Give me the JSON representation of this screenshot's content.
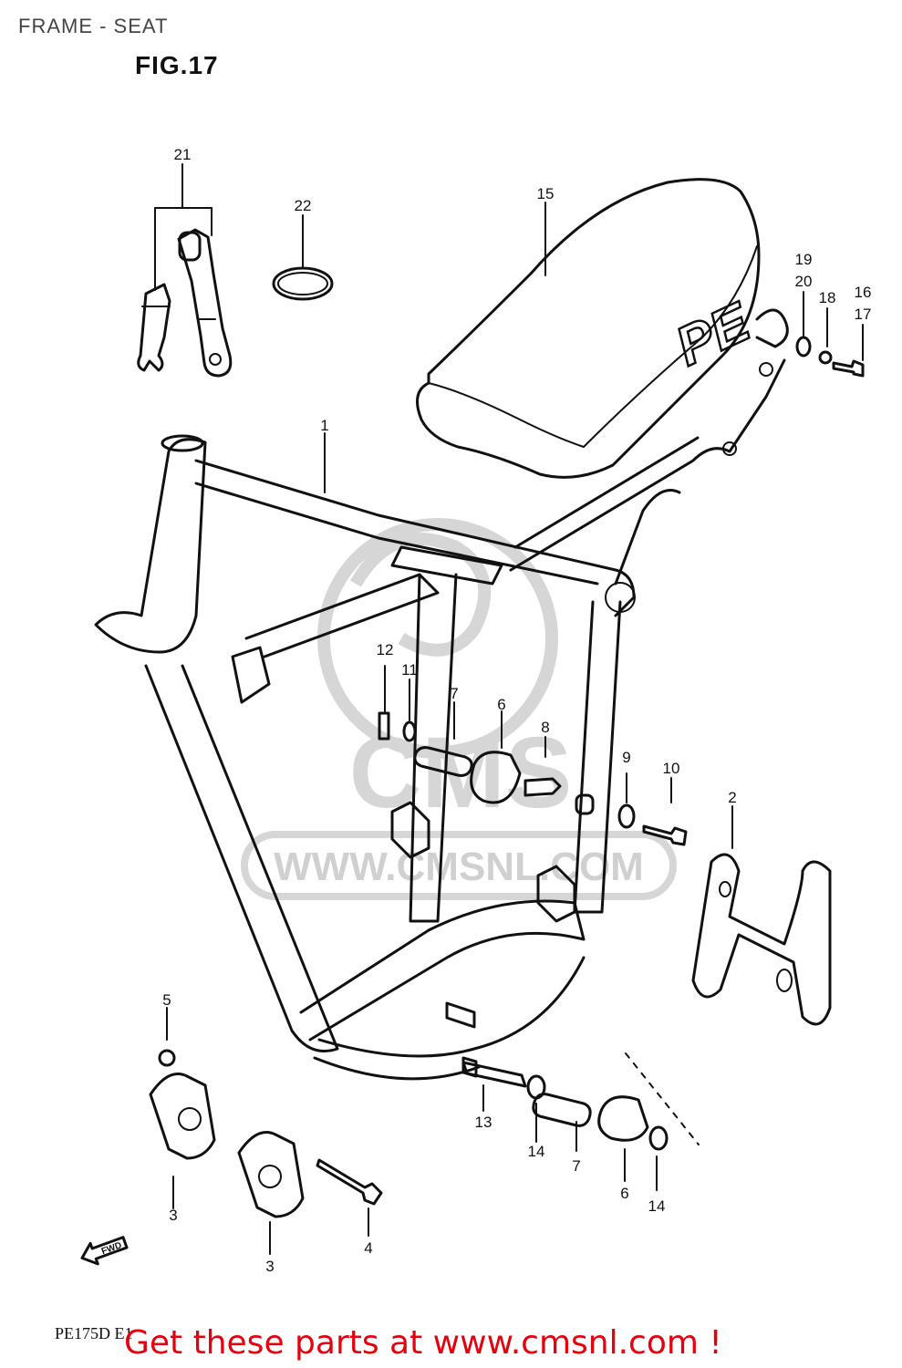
{
  "page_title": "FRAME - SEAT",
  "fig_label": "FIG.17",
  "model_code": "PE175D E1",
  "promo_link": "Get these parts at www.cmsnl.com !",
  "watermark": {
    "logo": "CMS",
    "site": "WWW.CMSNL.COM"
  },
  "seat_lettering": "PE",
  "forward_arrow": "FWD",
  "callouts": {
    "c1": "1",
    "c2": "2",
    "c3a": "3",
    "c3b": "3",
    "c4": "4",
    "c5": "5",
    "c6a": "6",
    "c6b": "6",
    "c7a": "7",
    "c7b": "7",
    "c8": "8",
    "c9": "9",
    "c10": "10",
    "c11": "11",
    "c12": "12",
    "c13": "13",
    "c14a": "14",
    "c14b": "14",
    "c15": "15",
    "c16": "16",
    "c17": "17",
    "c18": "18",
    "c19": "19",
    "c20": "20",
    "c21": "21",
    "c22": "22"
  },
  "colors": {
    "ink": "#111111",
    "link": "#e4000f",
    "watermark": "#d6d6d6"
  }
}
